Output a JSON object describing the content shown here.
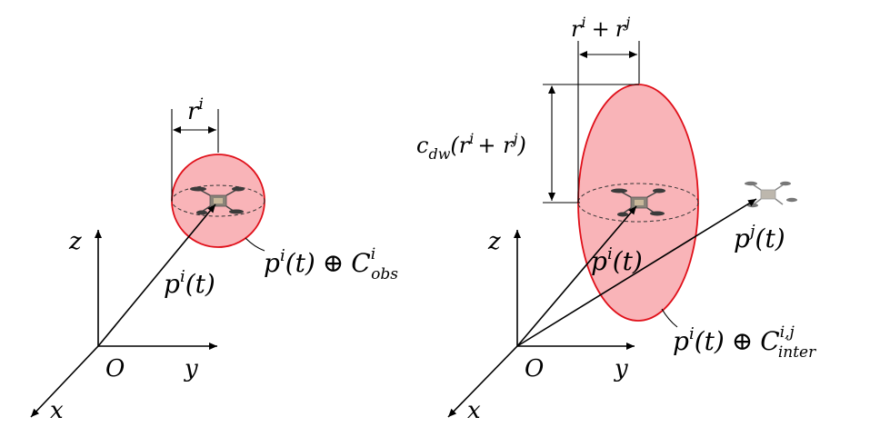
{
  "left_panel": {
    "radius_label": "r",
    "radius_sup": "i",
    "position_label": "p",
    "position_sup": "i",
    "position_arg": "(t)",
    "set_label": {
      "p": "p",
      "p_sup": "i",
      "arg": "(t)",
      "op": "⊕",
      "C": "C",
      "C_sup": "i",
      "C_sub": "obs"
    },
    "axes": {
      "z": "z",
      "y": "y",
      "x": "x",
      "origin": "O"
    }
  },
  "right_panel": {
    "width_label": {
      "r1": "r",
      "s1": "i",
      "plus": "+",
      "r2": "r",
      "s2": "j"
    },
    "height_label": {
      "c": "c",
      "c_sub": "dw",
      "open": "(r",
      "s1": "i",
      "plus": "+ r",
      "s2": "j",
      "close": ")"
    },
    "position_i": {
      "p": "p",
      "sup": "i",
      "arg": "(t)"
    },
    "position_j": {
      "p": "p",
      "sup": "j",
      "arg": "(t)"
    },
    "set_label": {
      "p": "p",
      "p_sup": "i",
      "arg": "(t)",
      "op": "⊕",
      "C": "C",
      "C_sup": "i,j",
      "C_sub": "inter"
    },
    "axes": {
      "z": "z",
      "y": "y",
      "x": "x",
      "origin": "O"
    }
  },
  "colors": {
    "region_fill": "#f9b4b8",
    "region_stroke": "#e0101a"
  }
}
